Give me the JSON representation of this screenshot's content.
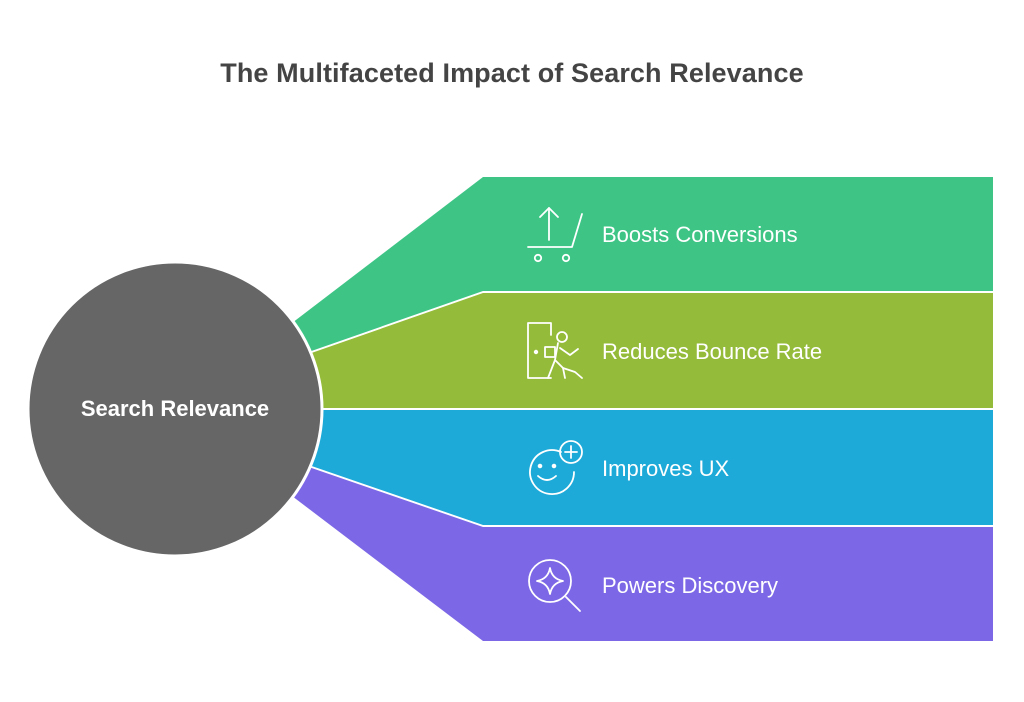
{
  "title": "The Multifaceted Impact of Search Relevance",
  "hub": {
    "label": "Search Relevance",
    "color": "#666666"
  },
  "branches": [
    {
      "label": "Boosts Conversions",
      "icon": "cart-arrow-up-icon",
      "color": "#3ec586"
    },
    {
      "label": "Reduces Bounce Rate",
      "icon": "person-leaving-door-icon",
      "color": "#95bb3a"
    },
    {
      "label": "Improves UX",
      "icon": "smiley-plus-icon",
      "color": "#1eaad8"
    },
    {
      "label": "Powers Discovery",
      "icon": "magnifier-sparkle-icon",
      "color": "#7c68e6"
    }
  ]
}
